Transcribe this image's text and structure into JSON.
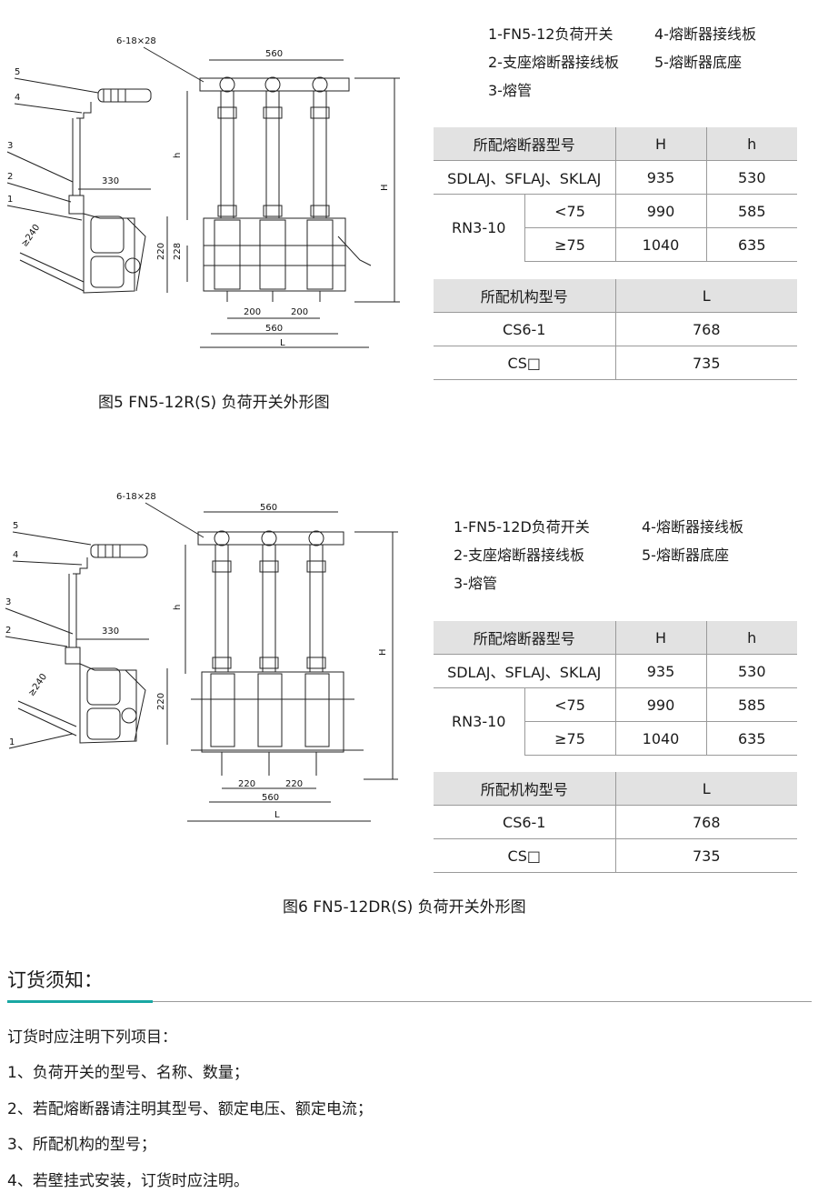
{
  "figure5": {
    "drawing": {
      "callout_numbers": [
        "5",
        "4",
        "3",
        "2",
        "1"
      ],
      "dim_slot": "6-18×28",
      "dim_top": "560",
      "dim_h": "h",
      "dim_H": "H",
      "dim_330": "330",
      "dim_240": "≥240",
      "dim_220": "220",
      "dim_228": "228",
      "dim_200a": "200",
      "dim_200b": "200",
      "dim_bottom": "560",
      "dim_L": "L"
    },
    "legend": {
      "r1c1": "1-FN5-12负荷开关",
      "r1c2": "4-熔断器接线板",
      "r2c1": "2-支座熔断器接线板",
      "r2c2": "5-熔断器底座",
      "r3c1": "3-熔管"
    },
    "fuse_table": {
      "headers": [
        "所配熔断器型号",
        "H",
        "h"
      ],
      "row1": [
        "SDLAJ、SFLAJ、SKLAJ",
        "935",
        "530"
      ],
      "rn_model": "RN3-10",
      "rn_rows": [
        [
          "<75",
          "990",
          "585"
        ],
        [
          "≥75",
          "1040",
          "635"
        ]
      ]
    },
    "mech_table": {
      "headers": [
        "所配机构型号",
        "L"
      ],
      "rows": [
        [
          "CS6-1",
          "768"
        ],
        [
          "CS□",
          "735"
        ]
      ]
    },
    "caption": "图5 FN5-12R(S) 负荷开关外形图"
  },
  "figure6": {
    "drawing": {
      "callout_numbers": [
        "5",
        "4",
        "3",
        "2",
        "1"
      ],
      "dim_slot": "6-18×28",
      "dim_top": "560",
      "dim_h": "h",
      "dim_H": "H",
      "dim_330": "330",
      "dim_240": "≥240",
      "dim_220": "220",
      "dim_220a": "220",
      "dim_220b": "220",
      "dim_bottom": "560",
      "dim_L": "L"
    },
    "legend": {
      "r1c1": "1-FN5-12D负荷开关",
      "r1c2": "4-熔断器接线板",
      "r2c1": "2-支座熔断器接线板",
      "r2c2": "5-熔断器底座",
      "r3c1": "3-熔管"
    },
    "fuse_table": {
      "headers": [
        "所配熔断器型号",
        "H",
        "h"
      ],
      "row1": [
        "SDLAJ、SFLAJ、SKLAJ",
        "935",
        "530"
      ],
      "rn_model": "RN3-10",
      "rn_rows": [
        [
          "<75",
          "990",
          "585"
        ],
        [
          "≥75",
          "1040",
          "635"
        ]
      ]
    },
    "mech_table": {
      "headers": [
        "所配机构型号",
        "L"
      ],
      "rows": [
        [
          "CS6-1",
          "768"
        ],
        [
          "CS□",
          "735"
        ]
      ]
    },
    "caption": "图6 FN5-12DR(S) 负荷开关外形图"
  },
  "notes": {
    "title": "订货须知：",
    "intro": "订货时应注明下列项目：",
    "items": [
      "1、负荷开关的型号、名称、数量；",
      "2、若配熔断器请注明其型号、额定电压、额定电流；",
      "3、所配机构的型号；",
      "4、若壁挂式安装，订货时应注明。"
    ]
  },
  "colors": {
    "accent": "#19a7a3",
    "table_header": "#e2e2e2",
    "rule": "#9a9a9a"
  }
}
